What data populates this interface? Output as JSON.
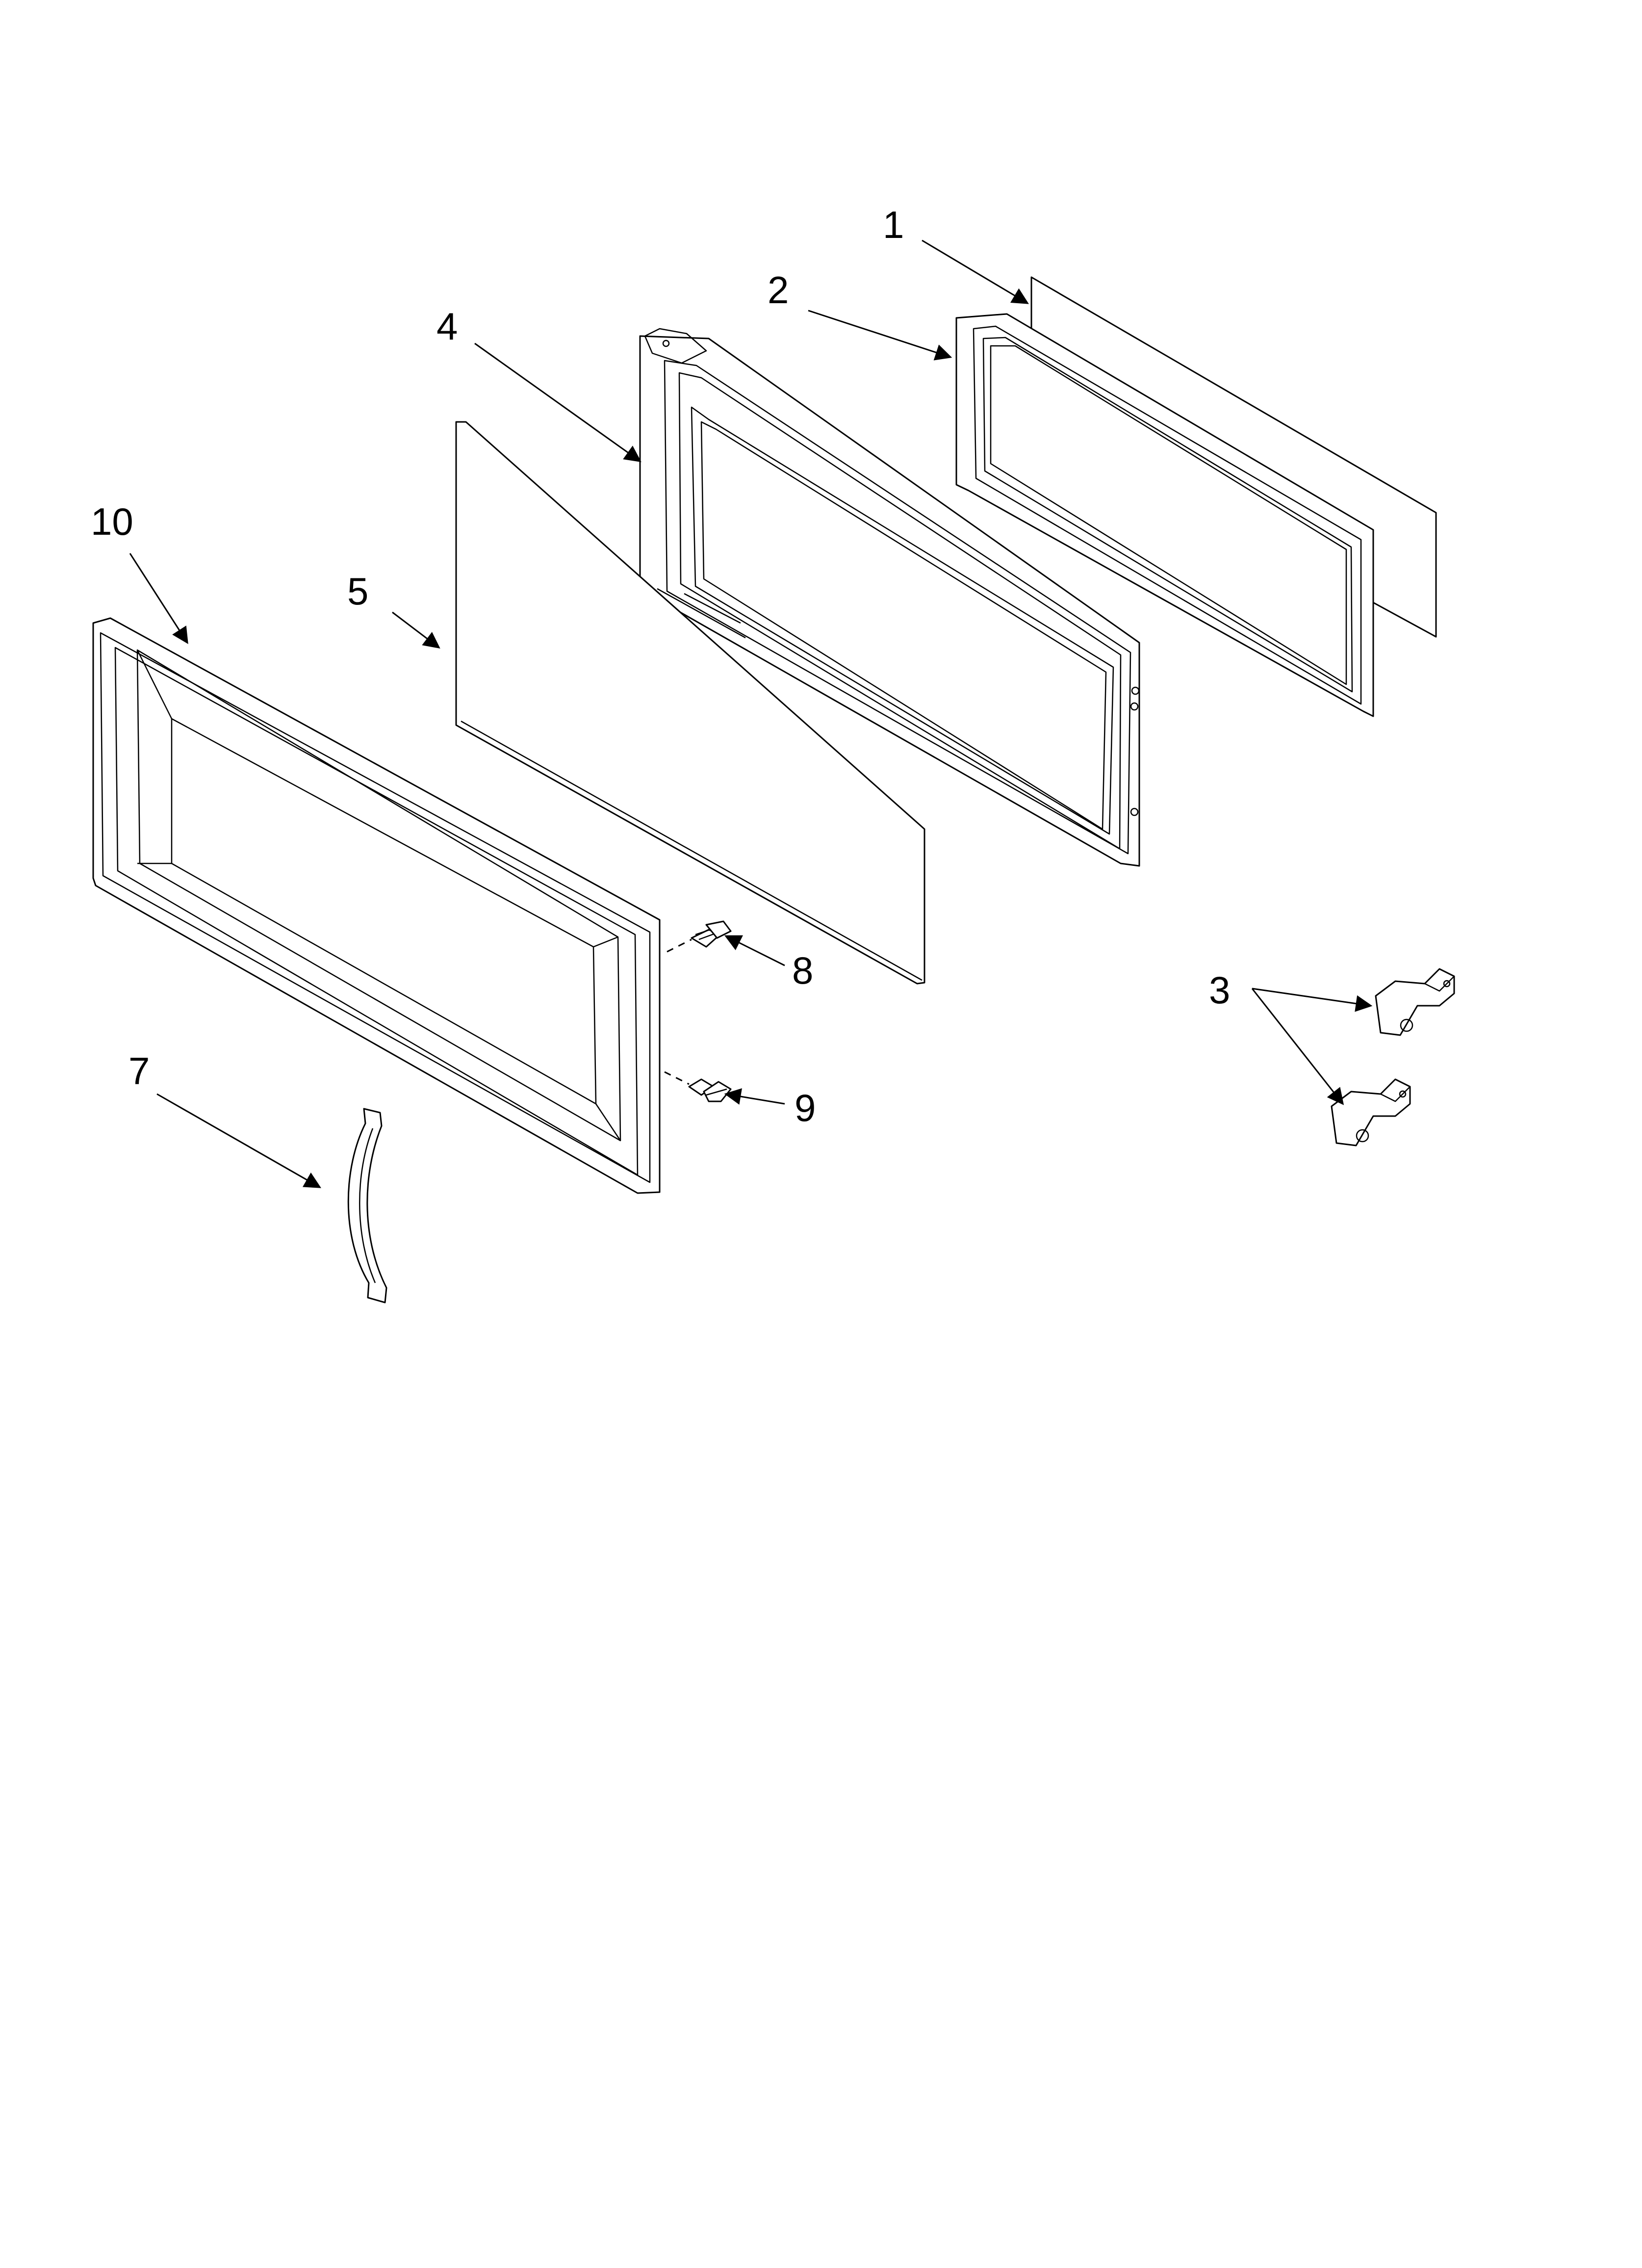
{
  "diagram": {
    "callouts": {
      "c1": "1",
      "c2": "2",
      "c3": "3",
      "c4": "4",
      "c5": "5",
      "c7": "7",
      "c8": "8",
      "c9": "9",
      "c10": "10"
    },
    "colors": {
      "line": "#000000",
      "fill": "#ffffff"
    }
  }
}
